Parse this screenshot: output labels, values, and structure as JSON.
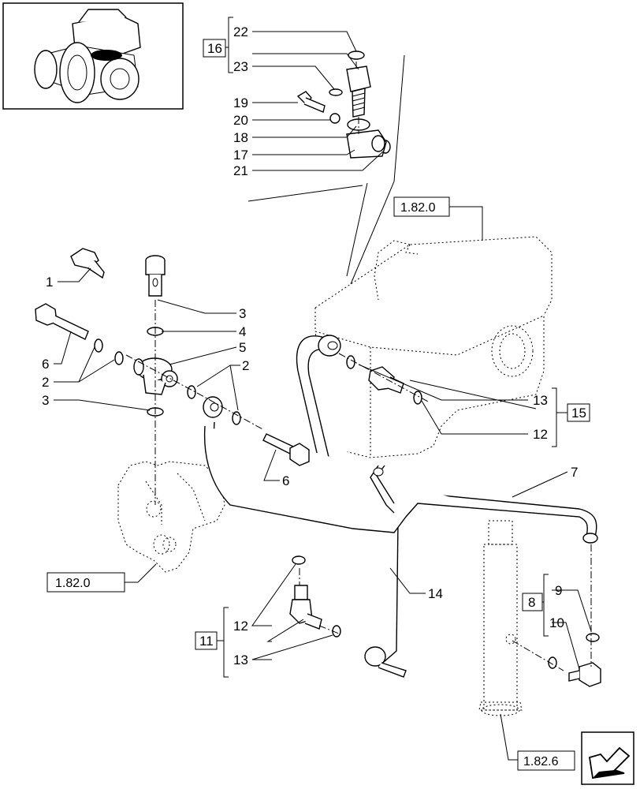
{
  "callouts": {
    "c1": "1",
    "c2a": "2",
    "c2b": "2",
    "c3a": "3",
    "c3b": "3",
    "c4": "4",
    "c5": "5",
    "c6a": "6",
    "c6b": "6",
    "c7": "7",
    "c9": "9",
    "c10": "10",
    "c12a": "12",
    "c12b": "12",
    "c13a": "13",
    "c13b": "13",
    "c14": "14",
    "c17": "17",
    "c18": "18",
    "c19": "19",
    "c20": "20",
    "c21": "21",
    "c22": "22",
    "c23": "23"
  },
  "kits": {
    "k8": "8",
    "k11": "11",
    "k15": "15",
    "k16": "16"
  },
  "references": {
    "r1": "1.82.0",
    "r2": "1.82.0",
    "r3": "1.82.6"
  },
  "icons": {
    "thumbnail": "tractor-thumbnail-icon",
    "next_page": "next-page-arrow-icon"
  }
}
